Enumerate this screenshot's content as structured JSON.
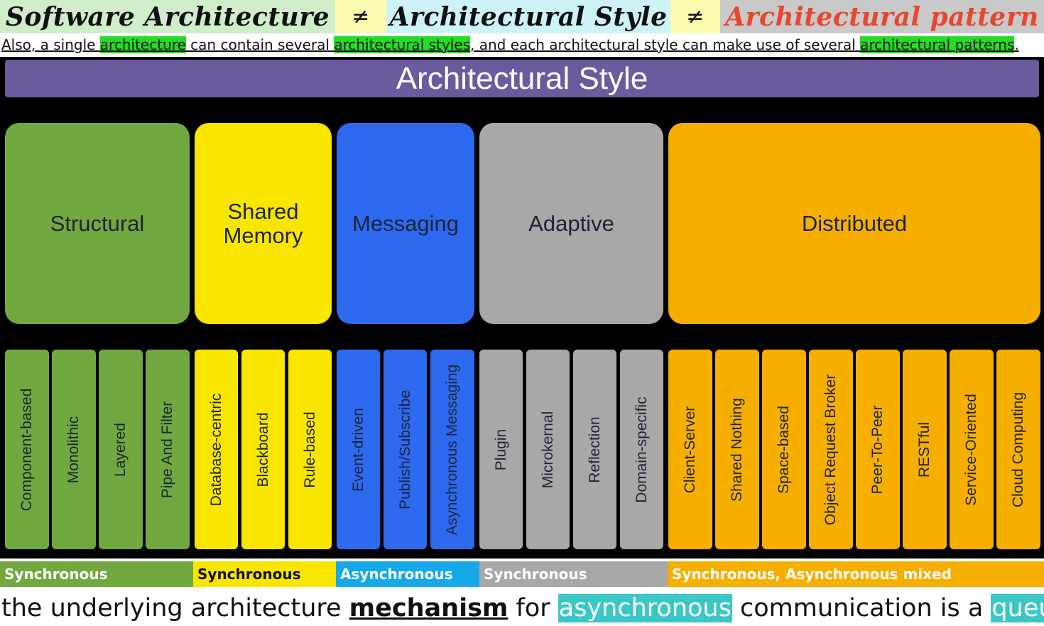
{
  "title": {
    "part1": "Software Architecture",
    "neq1": "≠",
    "part2": "Architectural Style",
    "neq2": "≠",
    "part3": "Architectural pattern"
  },
  "subtitle": {
    "s1": "Also, a single ",
    "h1": "architecture",
    "s2": " can contain several ",
    "h2": "architectural styles",
    "s3": ", and each architectural style can make use of several ",
    "h3": "architectural patterns",
    "s4": "."
  },
  "diagram": {
    "header": "Architectural Style",
    "categories": [
      {
        "label": "Structural"
      },
      {
        "label": "Shared\nMemory"
      },
      {
        "label": "Messaging"
      },
      {
        "label": "Adaptive"
      },
      {
        "label": "Distributed"
      }
    ],
    "subs": [
      "Component-based",
      "Monolithic",
      "Layered",
      "Pipe And Filter",
      "Database-centric",
      "Blackboard",
      "Rule-based",
      "Event-driven",
      "Publish/Subscribe",
      "Asynchronous Messaging",
      "Plugin",
      "Microkernal",
      "Reflection",
      "Domain-specific",
      "Client-Server",
      "Shared Nothing",
      "Space-based",
      "Object Request Broker",
      "Peer-To-Peer",
      "RESTful",
      "Service-Oriented",
      "Cloud Computing"
    ]
  },
  "sync": [
    {
      "label": "Synchronous",
      "bg": "#72a840",
      "color": "#ffffff"
    },
    {
      "label": "Synchronous",
      "bg": "#f8e600",
      "color": "#111111"
    },
    {
      "label": "Asynchronous",
      "bg": "#16a8e8",
      "color": "#ffffff"
    },
    {
      "label": "Synchronous",
      "bg": "#a8a8a8",
      "color": "#ffffff"
    },
    {
      "label": "Synchronous, Asynchronous mixed",
      "bg": "#f6ae00",
      "color": "#ffffff"
    }
  ],
  "bottom": {
    "s1": "the underlying architecture ",
    "mech": "mechanism",
    "s2": " for ",
    "async": "asynchronous",
    "s3": " communication is a ",
    "queue": "queue",
    "s4": "."
  }
}
